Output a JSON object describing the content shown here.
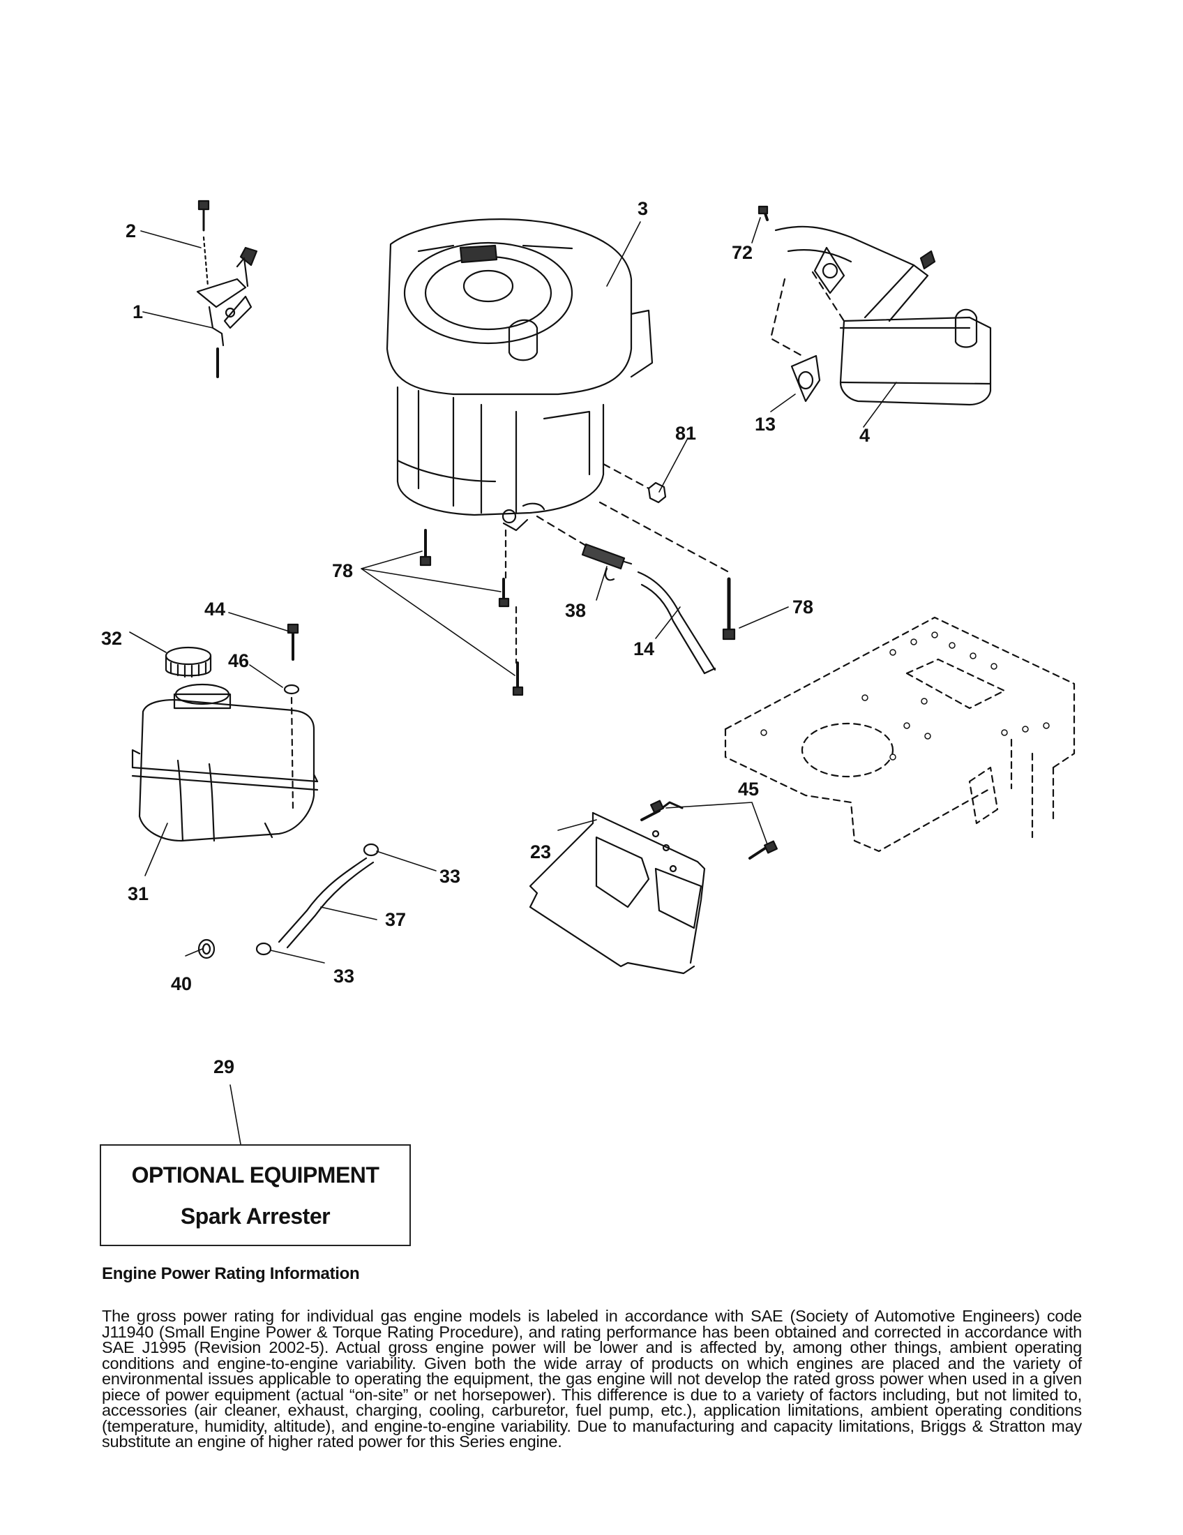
{
  "callouts": {
    "c1": "1",
    "c2": "2",
    "c3": "3",
    "c4": "4",
    "c13": "13",
    "c72": "72",
    "c81": "81",
    "c78a": "78",
    "c78b": "78",
    "c38": "38",
    "c14": "14",
    "c44": "44",
    "c32": "32",
    "c46": "46",
    "c31": "31",
    "c33a": "33",
    "c33b": "33",
    "c37": "37",
    "c40": "40",
    "c45": "45",
    "c23": "23",
    "c29": "29"
  },
  "optional_box": {
    "title": "OPTIONAL EQUIPMENT",
    "subtitle": "Spark Arrester"
  },
  "info": {
    "heading": "Engine Power Rating Information",
    "paragraph": "The gross power rating for individual gas engine models is labeled in accordance with SAE (Society of Automotive Engineers) code J11940 (Small Engine Power & Torque Rating Procedure), and rating performance has been obtained and corrected in accordance with SAE J1995 (Revision 2002-5). Actual gross engine power will be lower and is affected by, among other things, ambient operating conditions and engine-to-engine variability. Given both the wide array of products on which engines are placed and the variety of environmental issues applicable to operating the equipment, the gas engine will not develop the rated gross power when used in a given piece of power equipment (actual “on-site” or net horsepower). This difference is due to a variety of factors including, but not limited to, accessories (air cleaner, exhaust, charging, cooling, carburetor, fuel pump, etc.), application limitations, ambient operating conditions (temperature, humidity, altitude), and engine-to-engine variability. Due to manufacturing and capacity limitations, Briggs & Stratton may substitute an engine of higher rated power for this Series engine."
  }
}
